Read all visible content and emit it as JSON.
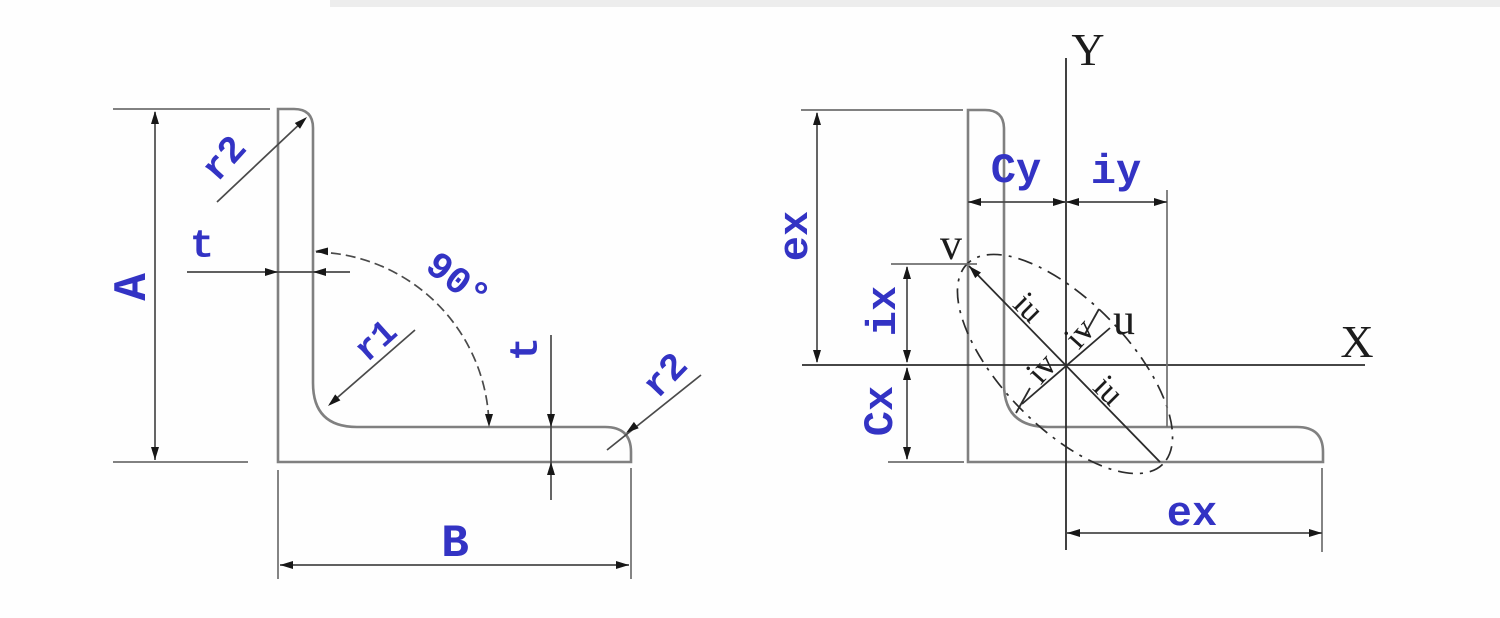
{
  "colors": {
    "label_blue": "#3333c4",
    "label_black": "#1c1c1c",
    "profile_gray": "#808080",
    "dimension_gray": "#4a4a4a",
    "axis_black": "#2c2c2c"
  },
  "left_diagram": {
    "description": "Angle cross-section with overall dimensions",
    "labels": {
      "leg_a": "A",
      "leg_b": "B",
      "thickness_top": "t",
      "thickness_right": "t",
      "root_radius": "r1",
      "toe_radius_top": "r2",
      "toe_radius_right": "r2",
      "corner_angle": "90°"
    }
  },
  "right_diagram": {
    "description": "Angle cross-section with centroid axes and radii of gyration",
    "labels": {
      "axis_x": "X",
      "axis_y": "Y",
      "axis_u": "u",
      "axis_v": "v",
      "dim_cy": "Cy",
      "dim_iy": "iy",
      "dim_ix": "ix",
      "dim_cx": "Cx",
      "dim_ex_left": "ex",
      "dim_ex_bottom": "ex",
      "dim_iu_upper": "iu",
      "dim_iu_lower": "iu",
      "dim_iv_upper": "iv",
      "dim_iv_lower": "iv"
    }
  }
}
